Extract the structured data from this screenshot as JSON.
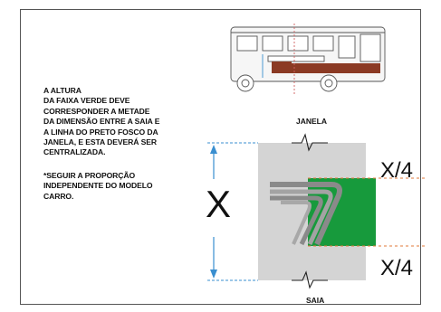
{
  "instructions": {
    "lines": [
      "A ALTURA",
      "DA FAIXA VERDE DEVE",
      "CORRESPONDER A METADE",
      "DA DIMENSÃO ENTRE A SAIA E",
      "A LINHA DO PRETO FOSCO DA",
      "JANELA, E ESTA DEVERÁ SER",
      "CENTRALIZADA."
    ],
    "note_lines": [
      "*SEGUIR A PROPORÇÃO",
      "INDEPENDENTE DO MODELO",
      "CARRO."
    ]
  },
  "diagram": {
    "top_label": "JANELA",
    "bottom_label": "SAIA",
    "height_label": "X",
    "upper_quarter_label": "X/4",
    "lower_quarter_label": "X/4"
  },
  "colors": {
    "green_stripe": "#179a3c",
    "panel_gray": "#d4d4d4",
    "bus_stripe": "#8b3a24",
    "dimension_arrow": "#3a8fd0",
    "guide_dashes": "#e07a3a"
  }
}
